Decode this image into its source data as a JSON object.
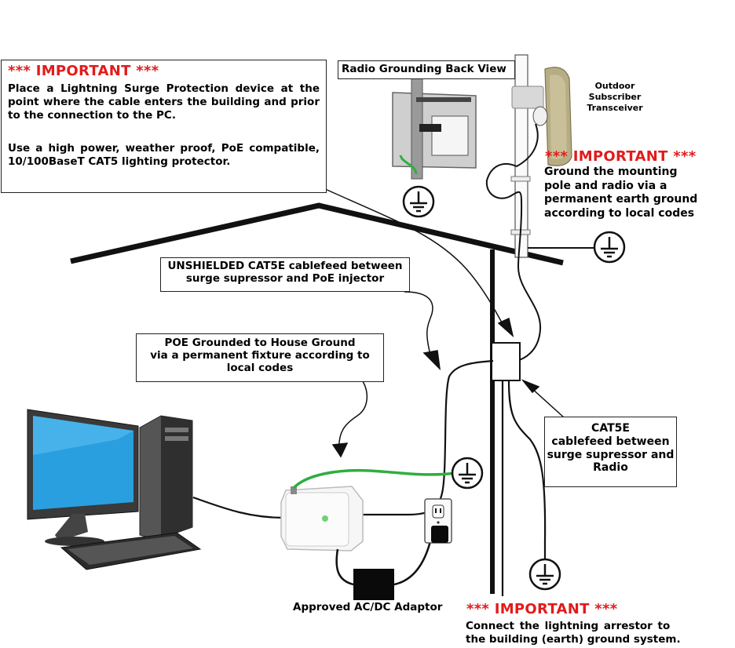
{
  "important_top": {
    "title": "*** IMPORTANT ***",
    "para1": "Place a Lightning Surge Protection device at the point where the cable enters the building and prior to the connection to the PC.",
    "para2": "Use a high power, weather proof, PoE compatible, 10/100BaseT CAT5 lighting protector."
  },
  "radio_back_view_label": "Radio Grounding Back View",
  "outdoor_label": {
    "line1": "Outdoor",
    "line2": "Subscriber",
    "line3": "Transceiver"
  },
  "important_pole": {
    "title": "*** IMPORTANT ***",
    "line1": "Ground the mounting",
    "line2": "pole and radio via a",
    "line3": "permanent earth ground",
    "line4": "according to local codes"
  },
  "unshielded_label": {
    "line1": "UNSHIELDED CAT5E cablefeed between",
    "line2": "surge supressor and PoE injector"
  },
  "poe_ground_label": {
    "line1": "POE Grounded to House Ground",
    "line2": "via a permanent fixture according to",
    "line3": "local codes"
  },
  "cat5e_radio_label": {
    "line1": "CAT5E",
    "line2": "cablefeed between",
    "line3": "surge supressor and",
    "line4": "Radio"
  },
  "adaptor_label": "Approved AC/DC Adaptor",
  "important_bottom": {
    "title": "*** IMPORTANT ***",
    "line1": "Connect the lightning arrestor to",
    "line2": "the building (earth) ground system."
  },
  "colors": {
    "important_red": "#e21b1b",
    "ground_wire_green": "#2fae3f",
    "monitor_screen": "#2a9fe0",
    "radio_panel": "#b7ad84"
  },
  "icons": [
    "ground-symbol-icon",
    "desktop-computer-icon",
    "keyboard-icon",
    "poe-injector-icon",
    "wall-outlet-icon",
    "power-plug-icon",
    "surge-protector-icon",
    "radio-transceiver-icon"
  ]
}
